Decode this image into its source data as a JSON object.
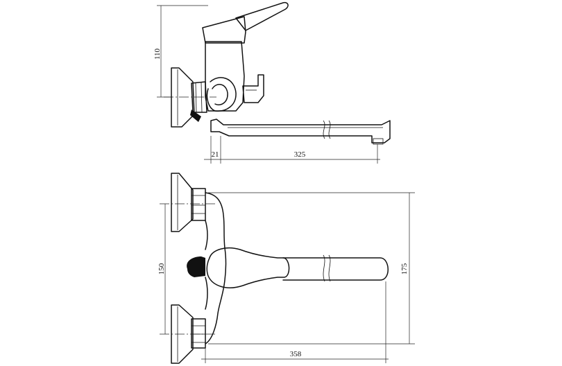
{
  "side_view": {
    "dims": {
      "height": "110",
      "offset": "21",
      "spout_length": "325"
    }
  },
  "front_view": {
    "dims": {
      "inlet_spacing": "150",
      "overall_height": "175",
      "overall_width": "358"
    }
  }
}
